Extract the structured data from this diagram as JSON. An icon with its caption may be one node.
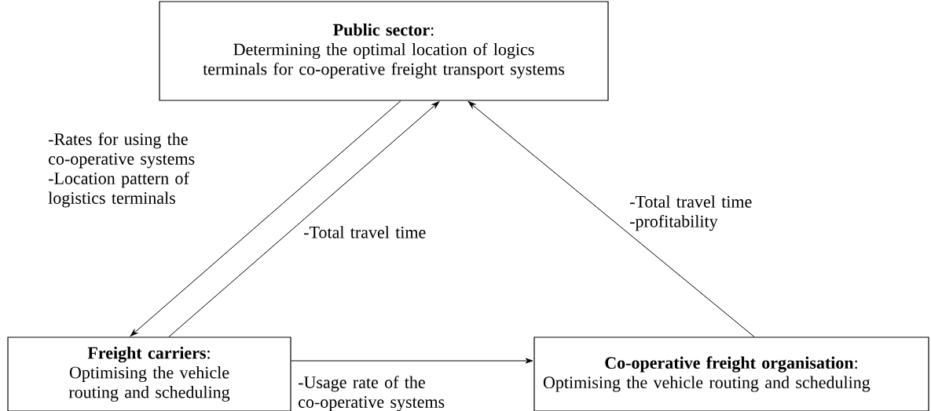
{
  "diagram": {
    "nodes": [
      {
        "text": [
          "**Public sector**:",
          "Determining the optimal location of logics terminals for co-operative freight transport systems"
        ]
      },
      {
        "text": [
          "**Freight carriers**:",
          "Optimising the vehicle routing and scheduling"
        ]
      },
      {
        "text": [
          "**Co-operative freight organisation**:",
          "Optimising the vehicle routing and scheduling"
        ]
      }
    ],
    "edges": [
      {
        "from": 0,
        "to": 1,
        "arrow": "to",
        "label": "-Rates for using the co-operative systems -Location pattern of logistics terminals"
      },
      {
        "from": 1,
        "to": 0,
        "arrow": "to",
        "label": "-Total travel time"
      },
      {
        "from": 2,
        "to": 0,
        "arrow": "to",
        "label": "-Total travel time -profitability"
      },
      {
        "from": 1,
        "to": 2,
        "arrow": "to",
        "label": "-Usage rate of the co-operative systems"
      }
    ]
  }
}
